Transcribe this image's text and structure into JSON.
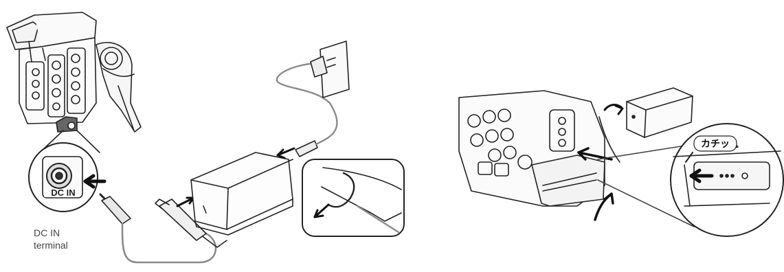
{
  "left_figure": {
    "dc_in_port_label": "DC IN",
    "terminal_caption_line1": "DC IN",
    "terminal_caption_line2": "terminal"
  },
  "right_figure": {
    "click_sound_label": "カチッ"
  },
  "colors": {
    "line": "#222222",
    "cable_gray": "#8a8a8a",
    "arrow": "#111111",
    "label_text": "#444444"
  }
}
